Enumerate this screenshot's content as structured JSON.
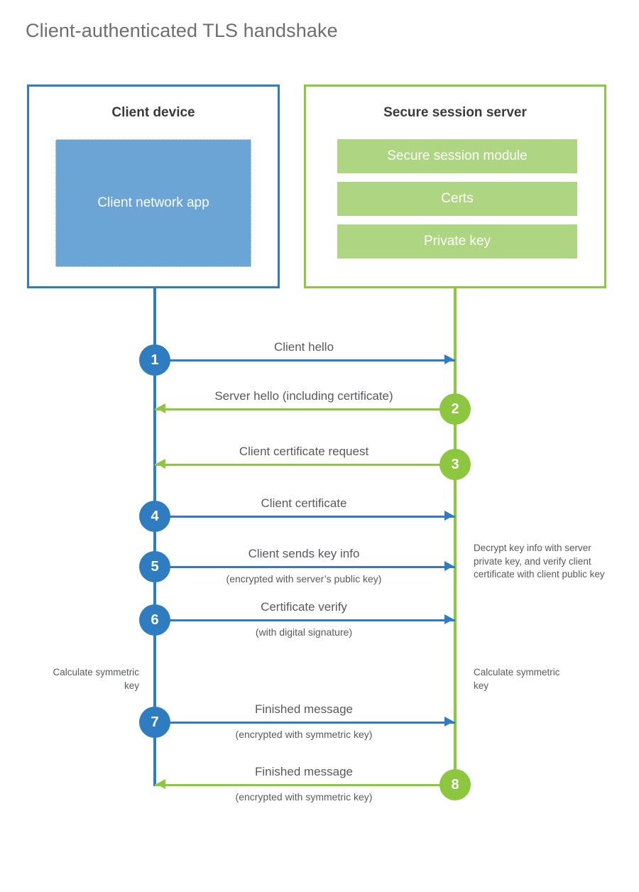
{
  "title": "Client-authenticated TLS handshake",
  "colors": {
    "client_blue": "#2f7dc0",
    "client_app_blue": "#6aa5d6",
    "server_green": "#8dc63f",
    "server_bar_green": "#aed581",
    "text_gray": "#58595b",
    "title_gray": "#6d6e71",
    "heading_dark": "#3a3a3c"
  },
  "client": {
    "heading": "Client device",
    "app_label": "Client network app"
  },
  "server": {
    "heading": "Secure session server",
    "modules": [
      {
        "label": "Secure session module"
      },
      {
        "label": "Certs"
      },
      {
        "label": "Private key"
      }
    ]
  },
  "steps": [
    {
      "number": "1",
      "side": "client",
      "direction": "right",
      "label": "Client hello",
      "sub": ""
    },
    {
      "number": "2",
      "side": "server",
      "direction": "left",
      "label": "Server hello (including certificate)",
      "sub": ""
    },
    {
      "number": "3",
      "side": "server",
      "direction": "left",
      "label": "Client certificate request",
      "sub": ""
    },
    {
      "number": "4",
      "side": "client",
      "direction": "right",
      "label": "Client certificate",
      "sub": ""
    },
    {
      "number": "5",
      "side": "client",
      "direction": "right",
      "label": "Client sends key info",
      "sub": "(encrypted with server’s public key)"
    },
    {
      "number": "6",
      "side": "client",
      "direction": "right",
      "label": "Certificate verify",
      "sub": "(with digital signature)"
    },
    {
      "number": "7",
      "side": "client",
      "direction": "right",
      "label": "Finished message",
      "sub": "(encrypted with symmetric key)"
    },
    {
      "number": "8",
      "side": "server",
      "direction": "left",
      "label": "Finished message",
      "sub": "(encrypted with symmetric key)"
    }
  ],
  "notes": {
    "server_decrypt": "Decrypt key info with server private key, and verify client certificate with client public key",
    "client_calculate": "Calculate symmetric key",
    "server_calculate": "Calculate symmetric key"
  }
}
